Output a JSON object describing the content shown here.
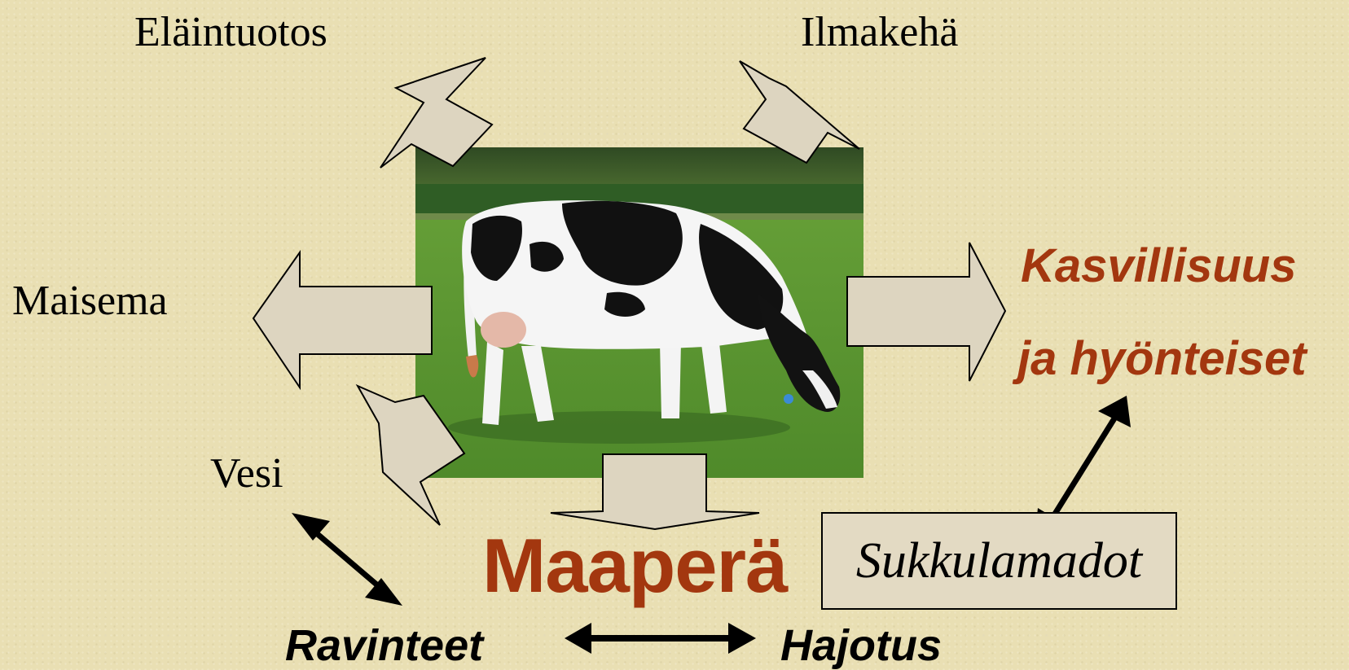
{
  "labels": {
    "elaintuotos": "Eläintuotos",
    "ilmakeha": "Ilmakehä",
    "maisema": "Maisema",
    "vesi": "Vesi",
    "kasvillisuus_line1": "Kasvillisuus",
    "kasvillisuus_line2": "ja hyönteiset",
    "maapera": "Maaperä",
    "sukkulamadot": "Sukkulamadot",
    "ravinteet": "Ravinteet",
    "hajotus": "Hajotus"
  },
  "image": {
    "subject": "cow-grazing-photo"
  },
  "colors": {
    "background": "#e9dfb3",
    "arrow_fill": "#ddd5c0",
    "accent_text": "#a3370f",
    "black": "#000000"
  }
}
